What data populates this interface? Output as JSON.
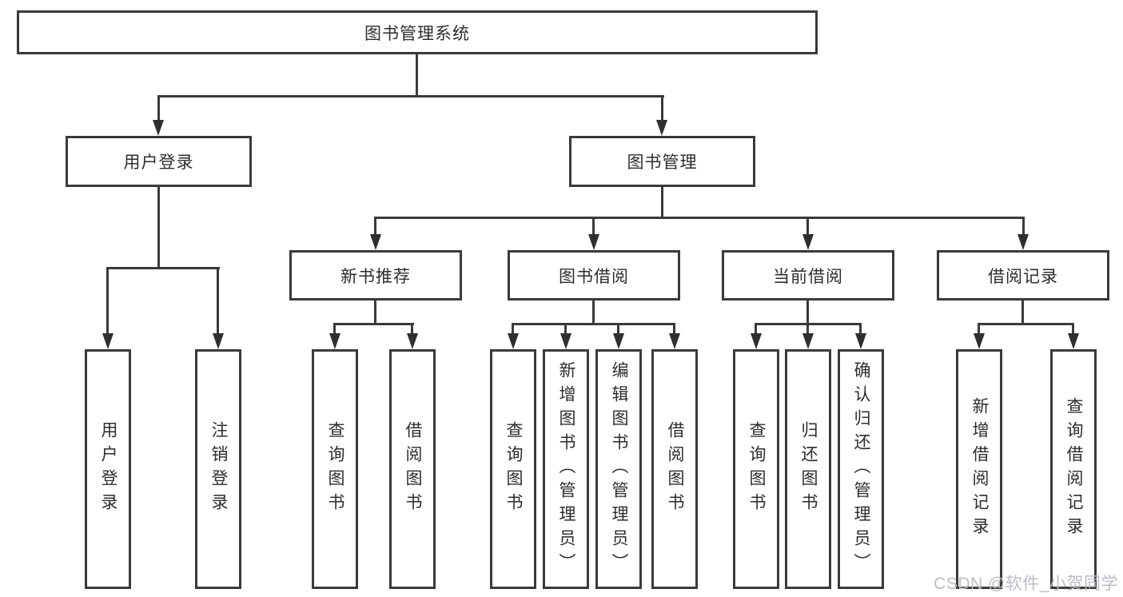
{
  "colors": {
    "line": "#3a3a3a",
    "box_border": "#3a3a3a",
    "text": "#2d2d2d",
    "background": "#ffffff",
    "watermark": "#b9bdc4"
  },
  "watermark": {
    "text": "CSDN @软件_小贺同学"
  },
  "tree": {
    "root": {
      "label": "图书管理系统"
    },
    "branches": [
      {
        "label": "用户登录",
        "children": [
          {
            "label": "用户登录"
          },
          {
            "label": "注销登录"
          }
        ]
      },
      {
        "label": "图书管理",
        "children": [
          {
            "label": "新书推荐",
            "children": [
              {
                "label": "查询图书"
              },
              {
                "label": "借阅图书"
              }
            ]
          },
          {
            "label": "图书借阅",
            "children": [
              {
                "label": "查询图书"
              },
              {
                "label": "新增图书（管理员）"
              },
              {
                "label": "编辑图书（管理员）"
              },
              {
                "label": "借阅图书"
              }
            ]
          },
          {
            "label": "当前借阅",
            "children": [
              {
                "label": "查询图书"
              },
              {
                "label": "归还图书"
              },
              {
                "label": "确认归还（管理员）"
              }
            ]
          },
          {
            "label": "借阅记录",
            "children": [
              {
                "label": "新增借阅记录"
              },
              {
                "label": "查询借阅记录"
              }
            ]
          }
        ]
      }
    ]
  }
}
